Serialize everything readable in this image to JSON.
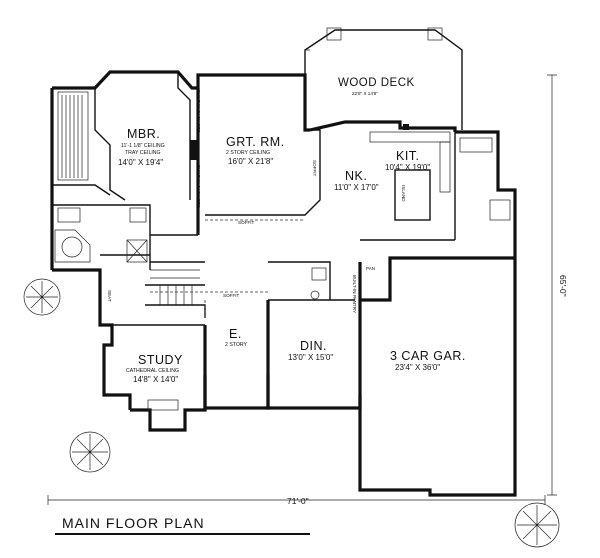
{
  "title": "MAIN FLOOR PLAN",
  "rooms": {
    "deck": {
      "name": "WOOD DECK",
      "dims": "22'8\" X 14'8\""
    },
    "mbr": {
      "name": "MBR.",
      "ceiling1": "11'-1 1/8\" CEILING",
      "ceiling2": "TRAY CEILING",
      "dims": "14'0\" X 19'4\""
    },
    "grt": {
      "name": "GRT. RM.",
      "ceiling": "2 STORY CEILING",
      "dims": "16'0\" X 21'8\""
    },
    "kit": {
      "name": "KIT.",
      "dims": "10'4\" X 19'0\""
    },
    "nk": {
      "name": "NK.",
      "dims": "11'0\" X 17'0\""
    },
    "study": {
      "name": "STUDY",
      "ceiling": "CATHEDRAL CEILING",
      "dims": "14'8\" X 14'0\""
    },
    "entry": {
      "name": "E.",
      "ceiling": "2 STORY"
    },
    "din": {
      "name": "DIN.",
      "dims": "13'0\" X 15'0\""
    },
    "garage": {
      "name": "3 CAR GAR.",
      "dims": "23'4\" X 36'0\""
    }
  },
  "labels": {
    "builtin_cab": "BUILT-IN CABINETS",
    "soffit": "SOFFIT",
    "island": "ISLAND",
    "pan": "PAN",
    "seat": "SEAT",
    "builtin_pantry": "BUILT-IN PANTRY"
  },
  "dimensions": {
    "width": "71'-0\"",
    "depth": "65'-0\""
  }
}
